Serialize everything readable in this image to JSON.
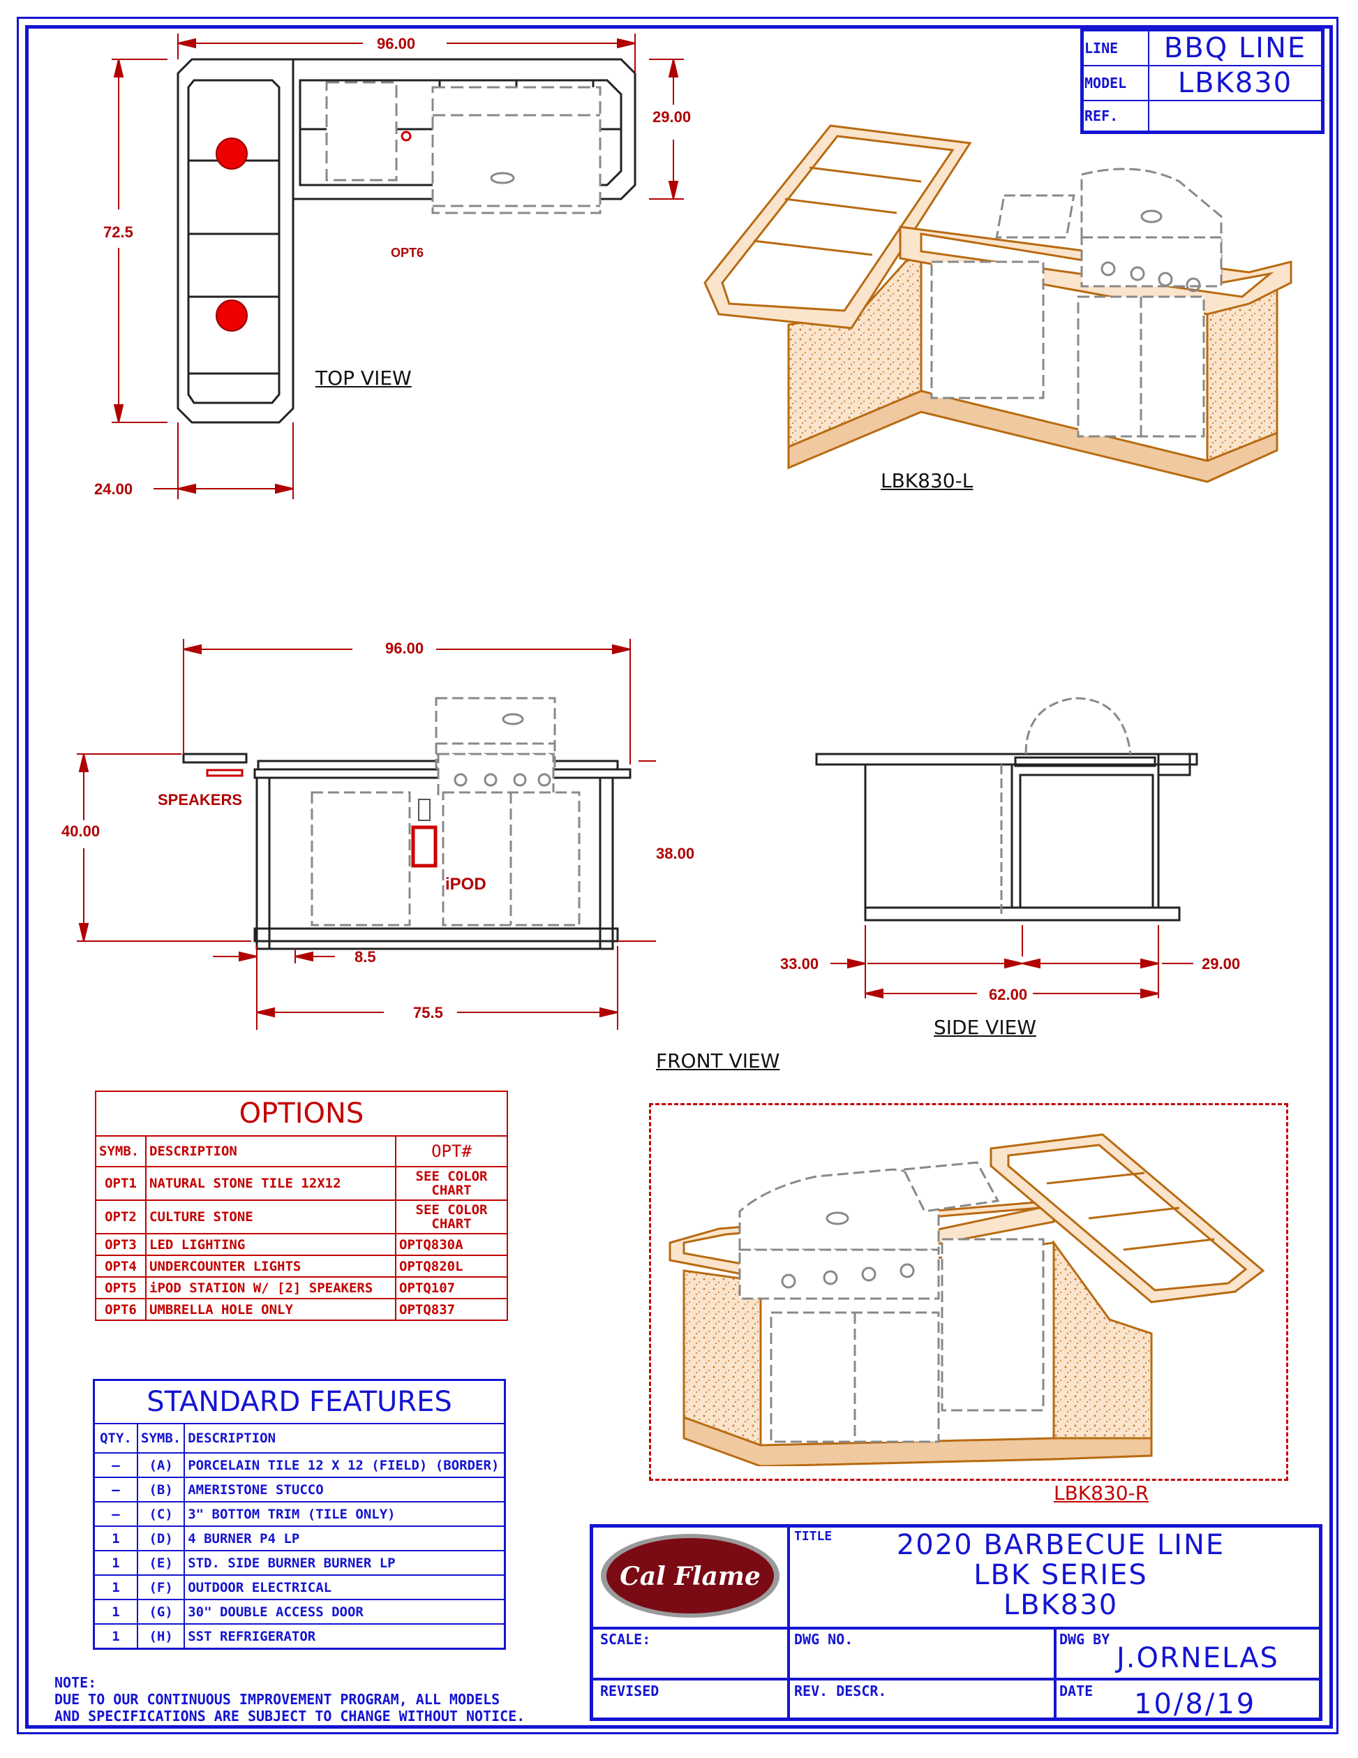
{
  "title_block_top": {
    "line_label": "LINE",
    "line_value": "BBQ LINE",
    "model_label": "MODEL",
    "model_value": "LBK830",
    "ref_label": "REF.",
    "ref_value": ""
  },
  "top_view": {
    "title": "TOP VIEW",
    "dim_width": "96.00",
    "dim_depth": "29.00",
    "dim_length": "72.5",
    "dim_left": "24.00",
    "opt_label": "OPT6"
  },
  "iso_left": {
    "caption": "LBK830-L"
  },
  "iso_right": {
    "caption": "LBK830-R"
  },
  "front_view": {
    "title": "FRONT VIEW",
    "dim_width": "96.00",
    "dim_height": "40.00",
    "dim_counter": "38.00",
    "dim_offset": "8.5",
    "dim_base": "75.5",
    "speakers": "SPEAKERS",
    "ipod": "iPOD"
  },
  "side_view": {
    "title": "SIDE VIEW",
    "dim_left": "33.00",
    "dim_total": "62.00",
    "dim_right": "29.00"
  },
  "options": {
    "title": "OPTIONS",
    "headers": [
      "SYMB.",
      "DESCRIPTION",
      "OPT#"
    ],
    "rows": [
      {
        "symb": "OPT1",
        "desc": "NATURAL STONE TILE 12X12",
        "opt": "SEE COLOR CHART"
      },
      {
        "symb": "OPT2",
        "desc": "CULTURE STONE",
        "opt": "SEE COLOR CHART"
      },
      {
        "symb": "OPT3",
        "desc": "LED LIGHTING",
        "opt": "OPTQ830A"
      },
      {
        "symb": "OPT4",
        "desc": "UNDERCOUNTER LIGHTS",
        "opt": "OPTQ820L"
      },
      {
        "symb": "OPT5",
        "desc": "iPOD STATION W/ [2] SPEAKERS",
        "opt": "OPTQ107"
      },
      {
        "symb": "OPT6",
        "desc": "UMBRELLA HOLE ONLY",
        "opt": "OPTQ837"
      }
    ]
  },
  "standard_features": {
    "title": "STANDARD FEATURES",
    "headers": [
      "QTY.",
      "SYMB.",
      "DESCRIPTION"
    ],
    "rows": [
      {
        "qty": "–",
        "symb": "(A)",
        "desc": "PORCELAIN TILE 12 X 12 (FIELD) (BORDER)"
      },
      {
        "qty": "–",
        "symb": "(B)",
        "desc": "AMERISTONE STUCCO"
      },
      {
        "qty": "–",
        "symb": "(C)",
        "desc": "3\" BOTTOM TRIM (TILE ONLY)"
      },
      {
        "qty": "1",
        "symb": "(D)",
        "desc": "4 BURNER P4 LP"
      },
      {
        "qty": "1",
        "symb": "(E)",
        "desc": "STD. SIDE BURNER BURNER LP"
      },
      {
        "qty": "1",
        "symb": "(F)",
        "desc": "OUTDOOR ELECTRICAL"
      },
      {
        "qty": "1",
        "symb": "(G)",
        "desc": "30\" DOUBLE ACCESS DOOR"
      },
      {
        "qty": "1",
        "symb": "(H)",
        "desc": "SST REFRIGERATOR"
      }
    ]
  },
  "note": {
    "label": "NOTE:",
    "line1": "DUE TO OUR CONTINUOUS IMPROVEMENT PROGRAM, ALL MODELS",
    "line2": "AND SPECIFICATIONS ARE SUBJECT TO CHANGE WITHOUT NOTICE."
  },
  "title_block": {
    "logo_text": "Cal Flame",
    "title_label": "TITLE",
    "title_line1": "2020 BARBECUE LINE",
    "title_line2": "LBK SERIES",
    "title_line3": "LBK830",
    "scale_label": "SCALE:",
    "dwg_no_label": "DWG NO.",
    "dwg_by_label": "DWG BY",
    "dwg_by_value": "J.ORNELAS",
    "revised_label": "REVISED",
    "rev_descr_label": "REV. DESCR.",
    "date_label": "DATE",
    "date_value": "10/8/19"
  },
  "colors": {
    "border": "#1414d2",
    "dimension": "#b00000",
    "frame": "#b86a10",
    "stucco": "#f0c9a0",
    "logo": "#7a0a14"
  }
}
